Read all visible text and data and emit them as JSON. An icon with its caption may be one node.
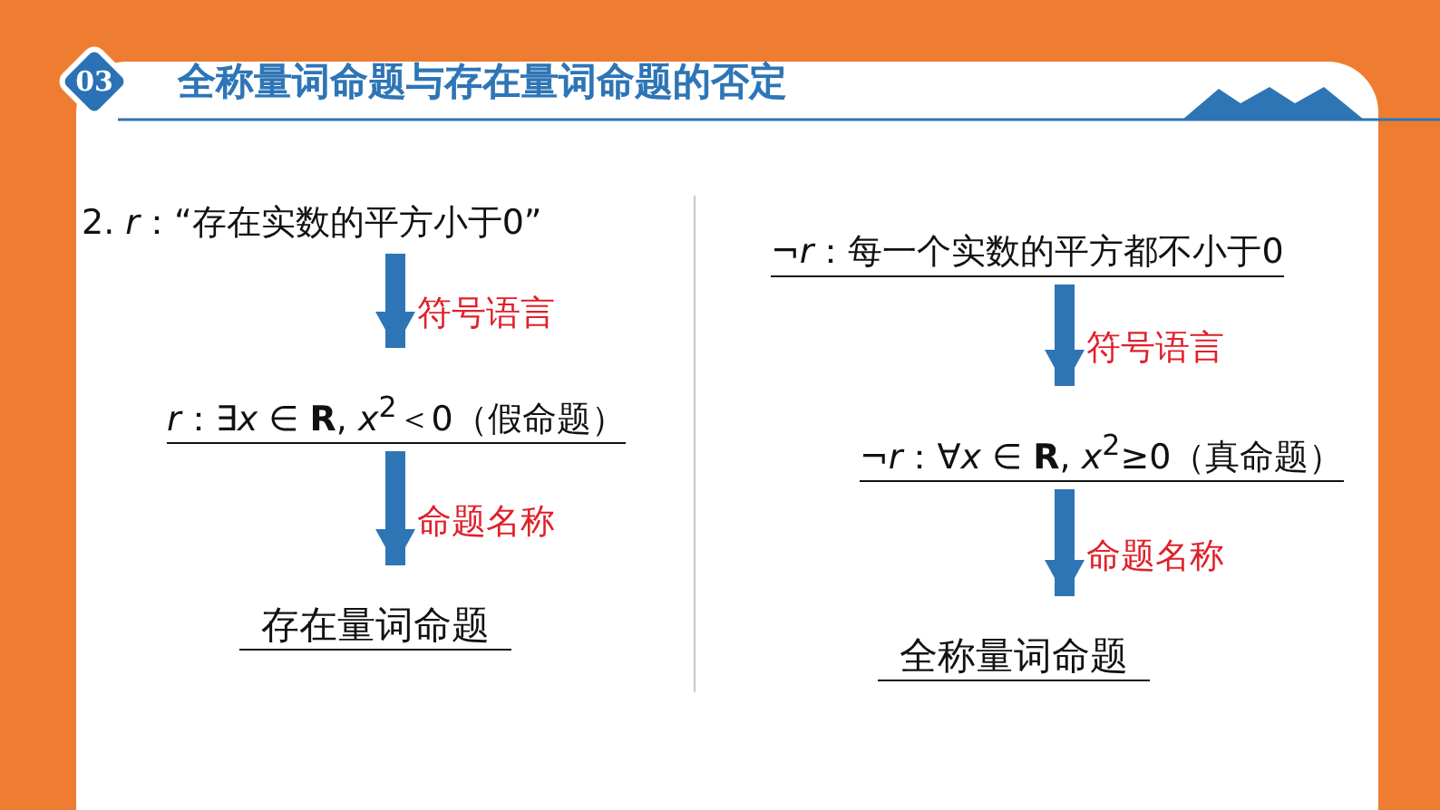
{
  "diagram": {
    "title": "全称量词命题与存在量词命题的否定",
    "nodes": [
      {
        "text": [
          "2. *r*：“存在实数的平方小于0”"
        ]
      },
      {
        "text": [
          "*r*：∃*x* ∈ **R**, *x*$^{2}$＜0（假命题）"
        ]
      },
      {
        "text": [
          "存在量词命题"
        ]
      },
      {
        "text": [
          "¬*r*：每一个实数的平方都不小于0"
        ]
      },
      {
        "text": [
          "¬*r*：∀*x* ∈ **R**, *x*$^{2}$≥0（真命题）"
        ]
      },
      {
        "text": [
          "全称量词命题"
        ]
      }
    ],
    "edges": [
      {
        "from": 0,
        "to": 1,
        "arrow": "to",
        "label": "符号语言"
      },
      {
        "from": 1,
        "to": 2,
        "arrow": "to",
        "label": "命题名称"
      },
      {
        "from": 3,
        "to": 4,
        "arrow": "to",
        "label": "符号语言"
      },
      {
        "from": 4,
        "to": 5,
        "arrow": "to",
        "label": "命题名称"
      }
    ],
    "labels": [
      "03"
    ]
  }
}
